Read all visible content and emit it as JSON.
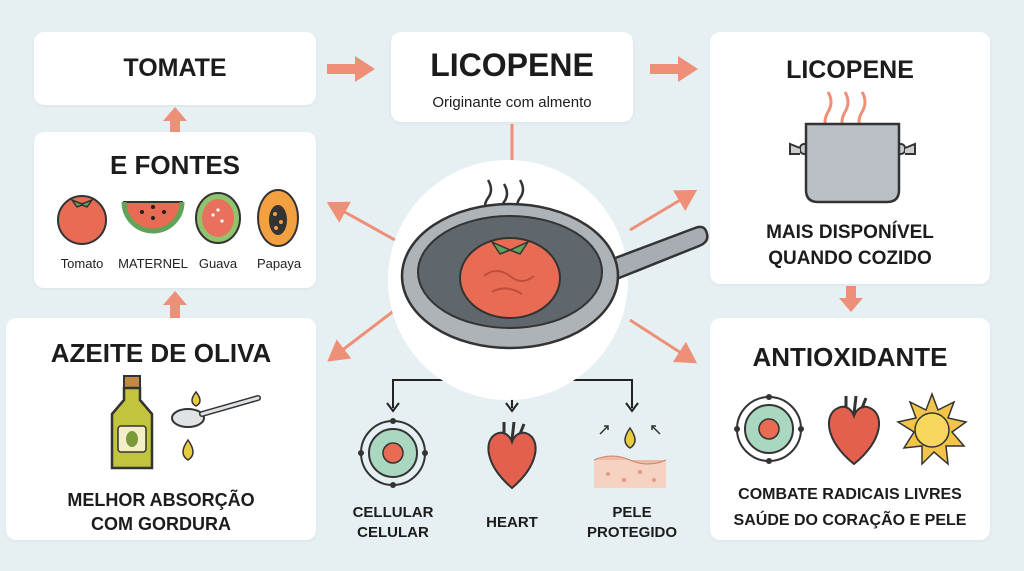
{
  "colors": {
    "accent": "#ee8f77",
    "card": "#ffffff",
    "background": "#e6f0f2"
  },
  "tomate": {
    "title": "TOMATE"
  },
  "licopene_center": {
    "title": "LICOPENE",
    "subtitle": "Originante com almento"
  },
  "licopene_right": {
    "title": "LICOPENE",
    "line1": "MAIS DISPONÍVEL",
    "line2": "QUANDO COZIDO"
  },
  "fontes": {
    "title": "E FONTES",
    "items": [
      {
        "label": "Tomato",
        "icon": "tomato-icon"
      },
      {
        "label": "MATERNEL",
        "icon": "watermelon-icon"
      },
      {
        "label": "Guava",
        "icon": "guava-icon"
      },
      {
        "label": "Papaya",
        "icon": "papaya-icon"
      }
    ]
  },
  "azeite": {
    "title": "AZEITE DE OLIVA",
    "line1": "MELHOR ABSORÇÃO",
    "line2": "COM GORDURA"
  },
  "antioxidante": {
    "title": "ANTIOXIDANTE",
    "line1": "COMBATE RADICAIS LIVRES",
    "line2": "SAÚDE DO CORAÇÃO E PELE"
  },
  "center_benefits": [
    {
      "line1": "CELLULAR",
      "line2": "CELULAR",
      "icon": "cell-icon"
    },
    {
      "line1": "HEART",
      "line2": "",
      "icon": "heart-icon"
    },
    {
      "line1": "PELE",
      "line2": "PROTEGIDO",
      "icon": "skin-icon"
    }
  ]
}
